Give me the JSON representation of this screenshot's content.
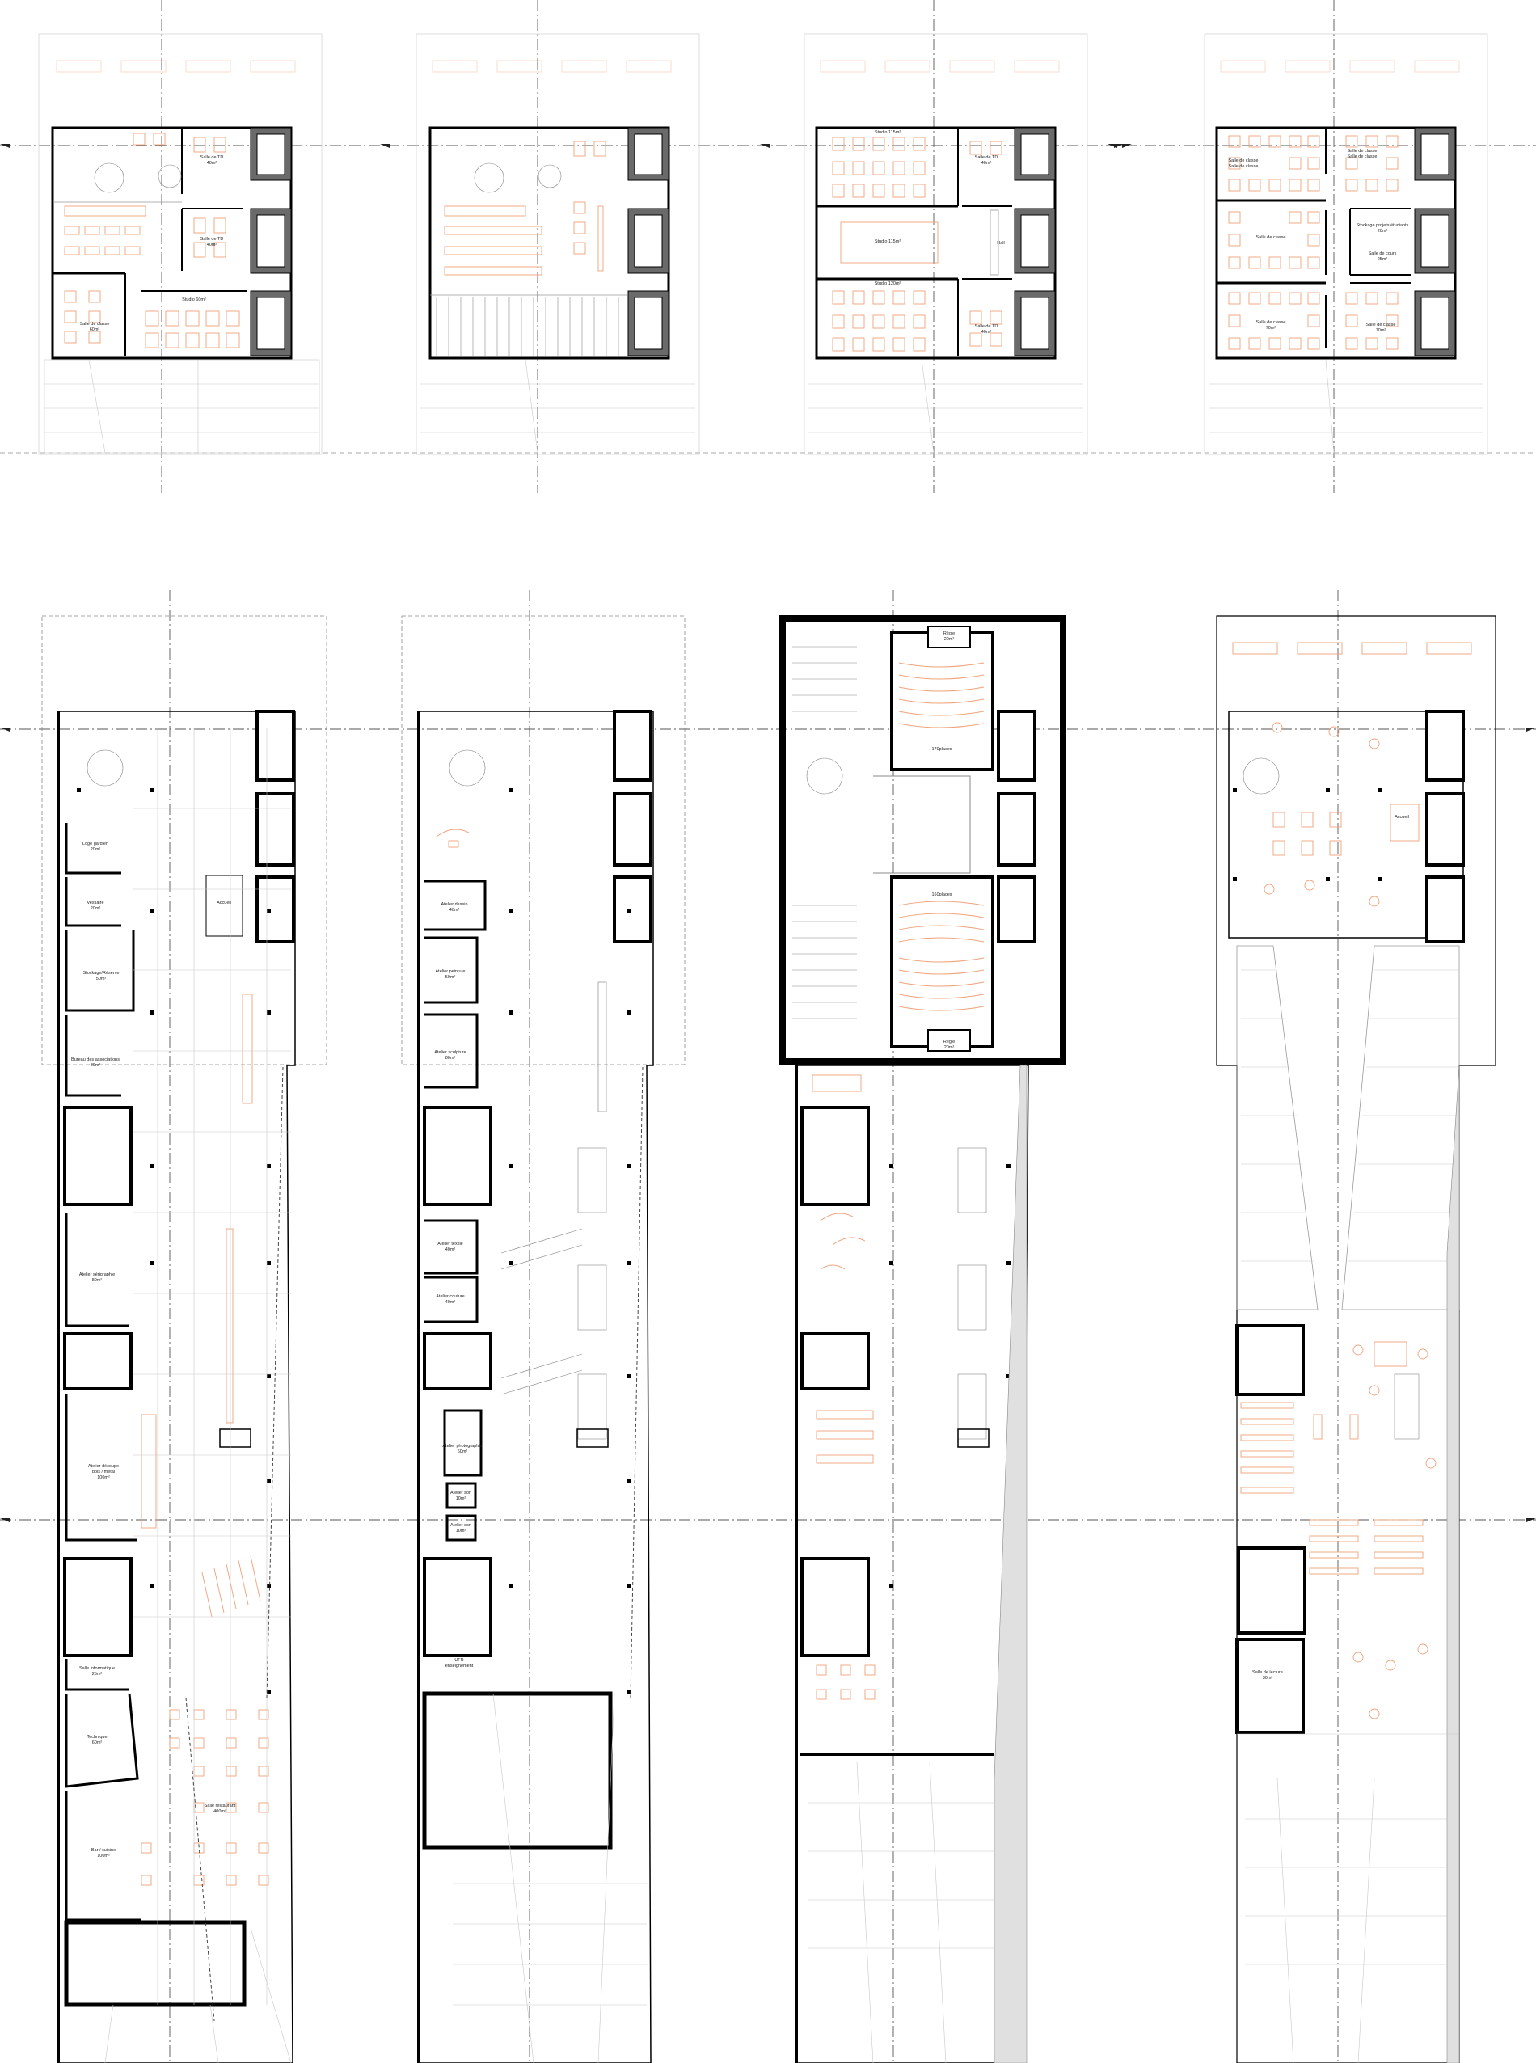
{
  "sheet": {
    "top_row": [
      {
        "id": "upper-1",
        "rooms": [
          {
            "name": "upper1-room-td-1",
            "lines": [
              "Salle de TD",
              "40m²"
            ]
          },
          {
            "name": "upper1-room-td-2",
            "lines": [
              "Salle de TD",
              "40m²"
            ]
          },
          {
            "name": "upper1-room-classe",
            "lines": [
              "Salle de classe",
              "60m²"
            ]
          },
          {
            "name": "upper1-room-studio",
            "lines": [
              "Studio 60m²"
            ]
          }
        ]
      },
      {
        "id": "upper-2",
        "rooms": []
      },
      {
        "id": "upper-3",
        "rooms": [
          {
            "name": "upper3-room-studio-top",
            "lines": [
              "Studio 115m²"
            ]
          },
          {
            "name": "upper3-room-td-1",
            "lines": [
              "Salle de TD",
              "40m²"
            ]
          },
          {
            "name": "upper3-room-studio-mid",
            "lines": [
              "Studio 115m²"
            ]
          },
          {
            "name": "upper3-room-hall",
            "lines": [
              "Hall"
            ]
          },
          {
            "name": "upper3-room-studio-bottom",
            "lines": [
              "Studio 120m²"
            ]
          },
          {
            "name": "upper3-room-td-2",
            "lines": [
              "Salle de TD",
              "40m²"
            ]
          }
        ]
      },
      {
        "id": "upper-4",
        "rooms": [
          {
            "name": "upper4-room-classe-1",
            "lines": [
              "Salle de classe",
              "Salle de classe"
            ]
          },
          {
            "name": "upper4-room-classe-2",
            "lines": [
              "Salle de classe",
              "Salle de classe"
            ]
          },
          {
            "name": "upper4-room-classe-3",
            "lines": [
              "Salle de classe"
            ]
          },
          {
            "name": "upper4-room-stockage",
            "lines": [
              "Stockage projets étudiants",
              "20m²"
            ]
          },
          {
            "name": "upper4-room-salle-cours",
            "lines": [
              "Salle de cours",
              "25m²"
            ]
          },
          {
            "name": "upper4-room-classe-4",
            "lines": [
              "Salle de classe",
              "70m²"
            ]
          },
          {
            "name": "upper4-room-classe-5",
            "lines": [
              "Salle de classe",
              "70m²"
            ]
          }
        ]
      }
    ],
    "bottom_row": [
      {
        "id": "lower-1",
        "rooms": [
          {
            "name": "lower1-room-loge",
            "lines": [
              "Loge gardien",
              "20m²"
            ]
          },
          {
            "name": "lower1-room-vestiaire",
            "lines": [
              "Vestiaire",
              "20m²"
            ]
          },
          {
            "name": "lower1-room-stockage",
            "lines": [
              "Stockage/Réserve",
              "50m²"
            ]
          },
          {
            "name": "lower1-room-bureaux",
            "lines": [
              "Bureau des associations",
              "30m²"
            ]
          },
          {
            "name": "lower1-room-atelier-serigraphie",
            "lines": [
              "Atelier sérigraphie",
              "80m²"
            ]
          },
          {
            "name": "lower1-room-atelier-decoupe",
            "lines": [
              "Atelier découpe",
              "bois / métal",
              "100m²"
            ]
          },
          {
            "name": "lower1-room-informatique",
            "lines": [
              "Salle informatique",
              "25m²"
            ]
          },
          {
            "name": "lower1-room-technique",
            "lines": [
              "Technique",
              "60m²"
            ]
          },
          {
            "name": "lower1-room-restaurant",
            "lines": [
              "Salle restaurant",
              "400m²"
            ]
          },
          {
            "name": "lower1-room-bar-cuisine",
            "lines": [
              "Bar / cuisine",
              "100m²"
            ]
          },
          {
            "name": "lower1-room-accueil",
            "lines": [
              "Accueil"
            ]
          }
        ]
      },
      {
        "id": "lower-2",
        "rooms": [
          {
            "name": "lower2-room-atelier-dessin",
            "lines": [
              "Atelier dessin",
              "40m²"
            ]
          },
          {
            "name": "lower2-room-atelier-peinture",
            "lines": [
              "Atelier peinture",
              "50m²"
            ]
          },
          {
            "name": "lower2-room-atelier-sculpture",
            "lines": [
              "Atelier sculpture",
              "80m²"
            ]
          },
          {
            "name": "lower2-room-atelier-textile",
            "lines": [
              "Atelier textile",
              "40m²"
            ]
          },
          {
            "name": "lower2-room-atelier-couture",
            "lines": [
              "Atelier couture",
              "40m²"
            ]
          },
          {
            "name": "lower2-room-atelier-photo",
            "lines": [
              "Atelier photographie",
              "60m²"
            ]
          },
          {
            "name": "lower2-room-atelier-son",
            "lines": [
              "Atelier son",
              "10m²"
            ]
          },
          {
            "name": "lower2-room-atelier-son-2",
            "lines": [
              "Atelier son",
              "10m²"
            ]
          },
          {
            "name": "lower2-room-ufr",
            "lines": [
              "UFR",
              "enseignement"
            ]
          }
        ]
      },
      {
        "id": "lower-3",
        "rooms": [
          {
            "name": "lower3-room-regie-top",
            "lines": [
              "Régie",
              "20m²"
            ]
          },
          {
            "name": "lower3-room-auditorium-1",
            "lines": [
              "170places"
            ]
          },
          {
            "name": "lower3-room-auditorium-2",
            "lines": [
              "160places"
            ]
          },
          {
            "name": "lower3-room-regie-bottom",
            "lines": [
              "Régie",
              "20m²"
            ]
          }
        ]
      },
      {
        "id": "lower-4",
        "rooms": [
          {
            "name": "lower4-room-accueil",
            "lines": [
              "Accueil"
            ]
          },
          {
            "name": "lower4-room-lecture",
            "lines": [
              "Salle de lecture",
              "30m²"
            ]
          }
        ]
      }
    ]
  }
}
